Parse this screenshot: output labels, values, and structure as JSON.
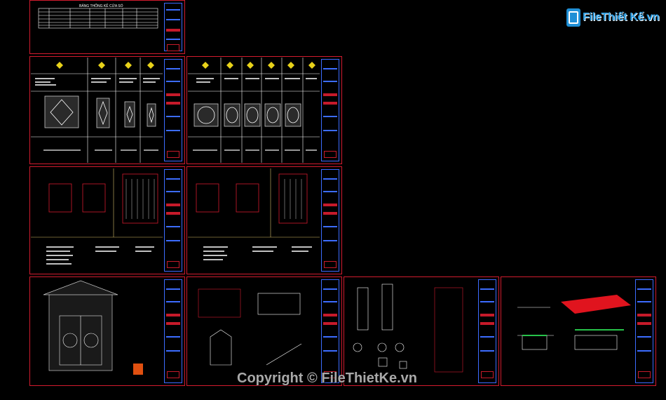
{
  "logo": {
    "text": "FileThiết Kế.vn",
    "icon": "document-icon"
  },
  "watermark": {
    "text": "Copyright © FileThietKe.vn"
  },
  "sheets": [
    {
      "id": "window-schedule-sheet",
      "title": "BẢNG THỐNG KÊ CỬA SỔ"
    },
    {
      "id": "door-schedule-sheet-a"
    },
    {
      "id": "door-schedule-sheet-b"
    },
    {
      "id": "door-detail-sheet-a"
    },
    {
      "id": "door-detail-sheet-b"
    },
    {
      "id": "gate-elevation-sheet"
    },
    {
      "id": "gate-detail-sheet"
    },
    {
      "id": "stair-detail-sheet"
    },
    {
      "id": "ceiling-detail-sheet"
    }
  ],
  "colors": {
    "frame": "#d21b2e",
    "titleblock": "#3c6cff",
    "background": "#000000"
  }
}
